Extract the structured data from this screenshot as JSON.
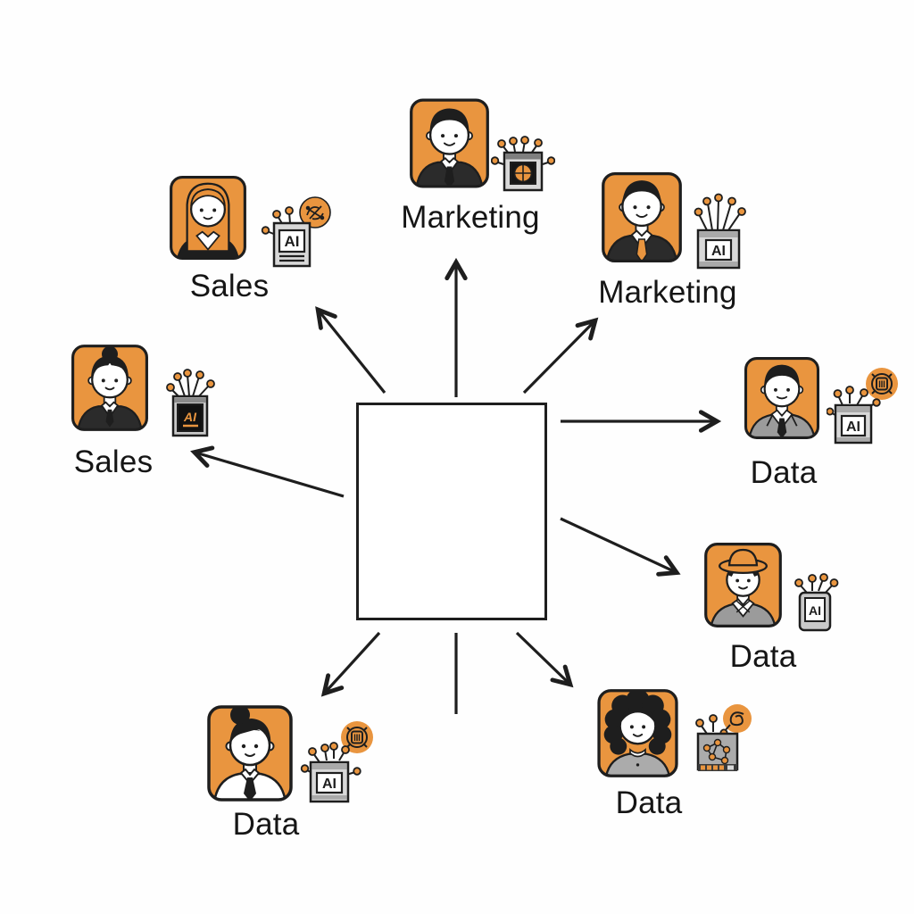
{
  "diagram": {
    "description_labels": {
      "chip_label": "AI"
    },
    "colors": {
      "accent_orange": "#E9953F",
      "outline_dark": "#1E1E1E",
      "suit_dark": "#2B2B2B",
      "suit_gray": "#9B9B9B",
      "chip_gray": "#D8D8D8",
      "background": "#FFFFFF"
    },
    "center": {
      "label": ""
    },
    "personas": [
      {
        "id": "marketing-top",
        "label": "Marketing"
      },
      {
        "id": "marketing-top-right",
        "label": "Marketing"
      },
      {
        "id": "sales-top-left",
        "label": "Sales"
      },
      {
        "id": "sales-left",
        "label": "Sales"
      },
      {
        "id": "data-right",
        "label": "Data"
      },
      {
        "id": "data-mid-right",
        "label": "Data"
      },
      {
        "id": "data-bottom-right",
        "label": "Data"
      },
      {
        "id": "data-bottom-left",
        "label": "Data"
      }
    ]
  }
}
